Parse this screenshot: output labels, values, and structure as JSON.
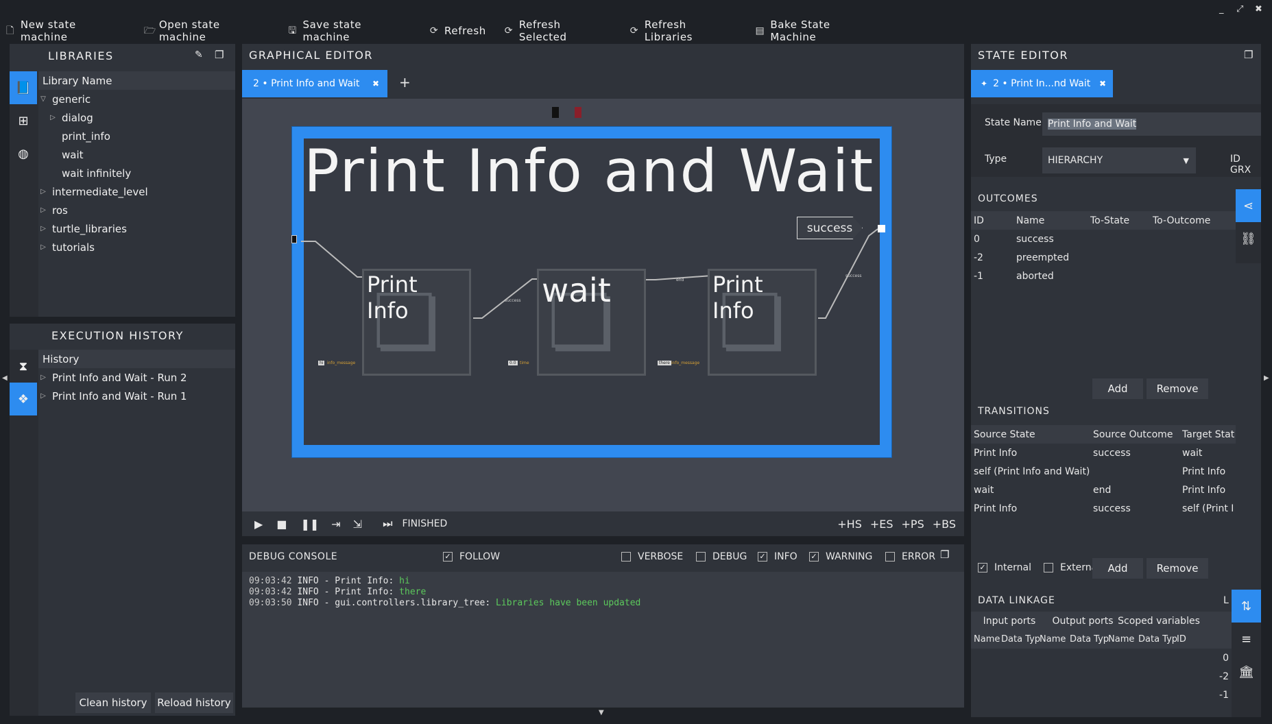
{
  "window": {
    "minimize": "_",
    "maximize": "⤢",
    "close": "✖"
  },
  "toolbar": [
    {
      "icon": "new-file-icon",
      "label": "New state machine"
    },
    {
      "icon": "open-folder-icon",
      "label": "Open state machine"
    },
    {
      "icon": "save-icon",
      "label": "Save state machine"
    },
    {
      "icon": "refresh-icon",
      "label": "Refresh"
    },
    {
      "icon": "refresh-icon",
      "label": "Refresh Selected"
    },
    {
      "icon": "refresh-icon",
      "label": "Refresh Libraries"
    },
    {
      "icon": "bake-icon",
      "label": "Bake State Machine"
    }
  ],
  "libraries": {
    "title": "LIBRARIES",
    "column": "Library Name",
    "items": [
      "generic",
      "dialog",
      "print_info",
      "wait",
      "wait infinitely",
      "intermediate_level",
      "ros",
      "turtle_libraries",
      "tutorials"
    ]
  },
  "history": {
    "title": "EXECUTION HISTORY",
    "column": "History",
    "items": [
      "Print Info and Wait - Run 2",
      "Print Info and Wait - Run 1"
    ],
    "clean": "Clean history",
    "reload": "Reload history"
  },
  "graph": {
    "title": "GRAPHICAL EDITOR",
    "tab": "2 • Print Info and Wait",
    "add_tab": "+",
    "container_title": "Print Info and Wait",
    "outcome": "success",
    "nodes": [
      "Print\nInfo",
      "wait",
      "Print\nInfo"
    ],
    "transition_labels": [
      "success",
      "end",
      "success"
    ],
    "port_values": [
      "hi",
      "info_message",
      "0.0",
      "time",
      "there",
      "info_message"
    ]
  },
  "exec": {
    "status": "FINISHED",
    "buttons": [
      "+HS",
      "+ES",
      "+PS",
      "+BS"
    ]
  },
  "console": {
    "title": "DEBUG CONSOLE",
    "follow": "FOLLOW",
    "filters": [
      "VERBOSE",
      "DEBUG",
      "INFO",
      "WARNING",
      "ERROR"
    ],
    "lines": [
      {
        "time": "09:03:42",
        "text": "INFO - Print  Info:",
        "msg": "hi"
      },
      {
        "time": "09:03:42",
        "text": "INFO - Print  Info:",
        "msg": "there"
      },
      {
        "time": "09:03:50",
        "text": "INFO - gui.controllers.library_tree:",
        "msg": "Libraries have been updated"
      }
    ]
  },
  "state_editor": {
    "title": "STATE EDITOR",
    "tab": "2 • Print In...nd Wait",
    "state_name_label": "State Name",
    "state_name": "Print Info and Wait",
    "type_label": "Type",
    "type": "HIERARCHY",
    "id_label": "ID GRX",
    "outcomes": {
      "title": "OUTCOMES",
      "columns": [
        "ID",
        "Name",
        "To-State",
        "To-Outcome"
      ],
      "rows": [
        [
          "0",
          "success"
        ],
        [
          "-2",
          "preempted"
        ],
        [
          "-1",
          "aborted"
        ]
      ],
      "add": "Add",
      "remove": "Remove"
    },
    "transitions": {
      "title": "TRANSITIONS",
      "columns": [
        "Source State",
        "Source Outcome",
        "Target Stat"
      ],
      "rows": [
        [
          "Print  Info",
          "success",
          "wait"
        ],
        [
          "self (Print Info and Wait)",
          "",
          "Print  Info"
        ],
        [
          "wait",
          "end",
          "Print  Info"
        ],
        [
          "Print  Info",
          "success",
          "self (Print I"
        ]
      ],
      "internal": "Internal",
      "external": "External",
      "add": "Add",
      "remove": "Remove"
    },
    "linkage": {
      "title": "DATA LINKAGE",
      "title_right": "L",
      "tabs": [
        "Input ports",
        "Output ports",
        "Scoped variables"
      ],
      "columns": [
        "Name",
        "Data Typ",
        "Name",
        "Data Typ",
        "Name",
        "Data Typ",
        "ID"
      ],
      "ids": [
        "0",
        "-2",
        "-1"
      ]
    }
  }
}
